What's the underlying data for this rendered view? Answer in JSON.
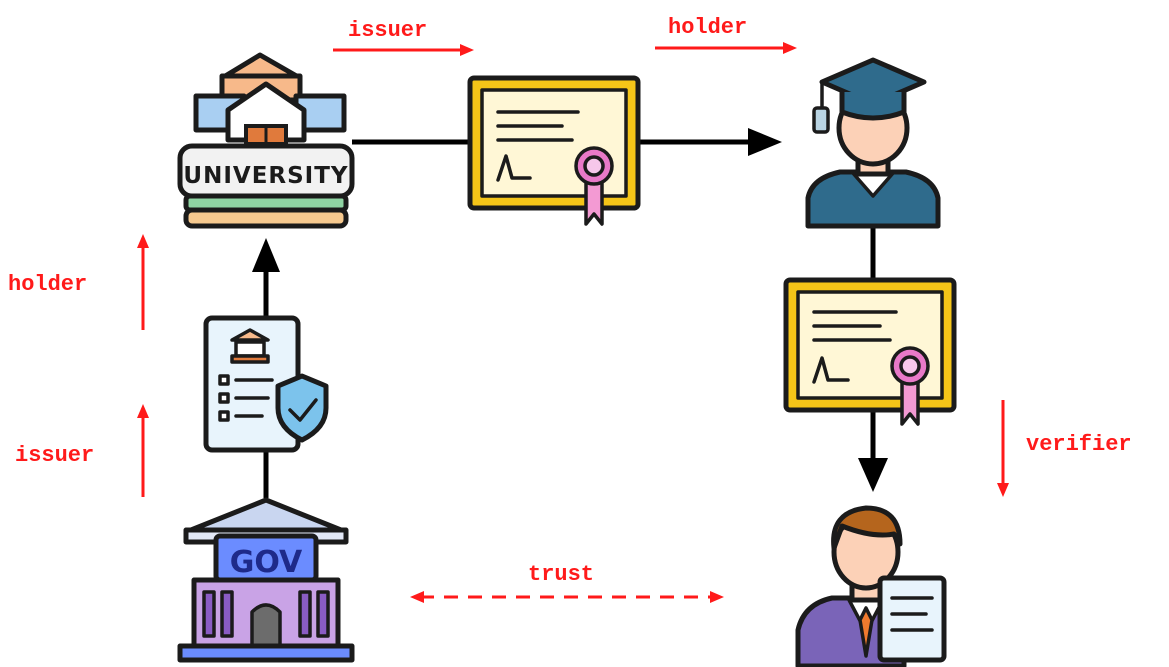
{
  "labels": {
    "top_issuer": "issuer",
    "top_holder": "holder",
    "left_holder": "holder",
    "left_issuer": "issuer",
    "right_verifier": "verifier",
    "trust": "trust"
  },
  "icon_text": {
    "university": "UNIVERSITY",
    "gov": "GOV"
  },
  "colors": {
    "label_red": "#ff1a1a",
    "flow_black": "#000000",
    "certificate_frame": "#f5c518",
    "certificate_paper": "#fff7d6",
    "graduate_cap": "#2f6b8c",
    "gov_purple": "#c9a3e6",
    "rosette_pink": "#e879c8"
  },
  "icons": [
    "university-icon",
    "certificate-icon",
    "graduate-icon",
    "id-document-icon",
    "government-building-icon",
    "verifier-person-icon"
  ]
}
